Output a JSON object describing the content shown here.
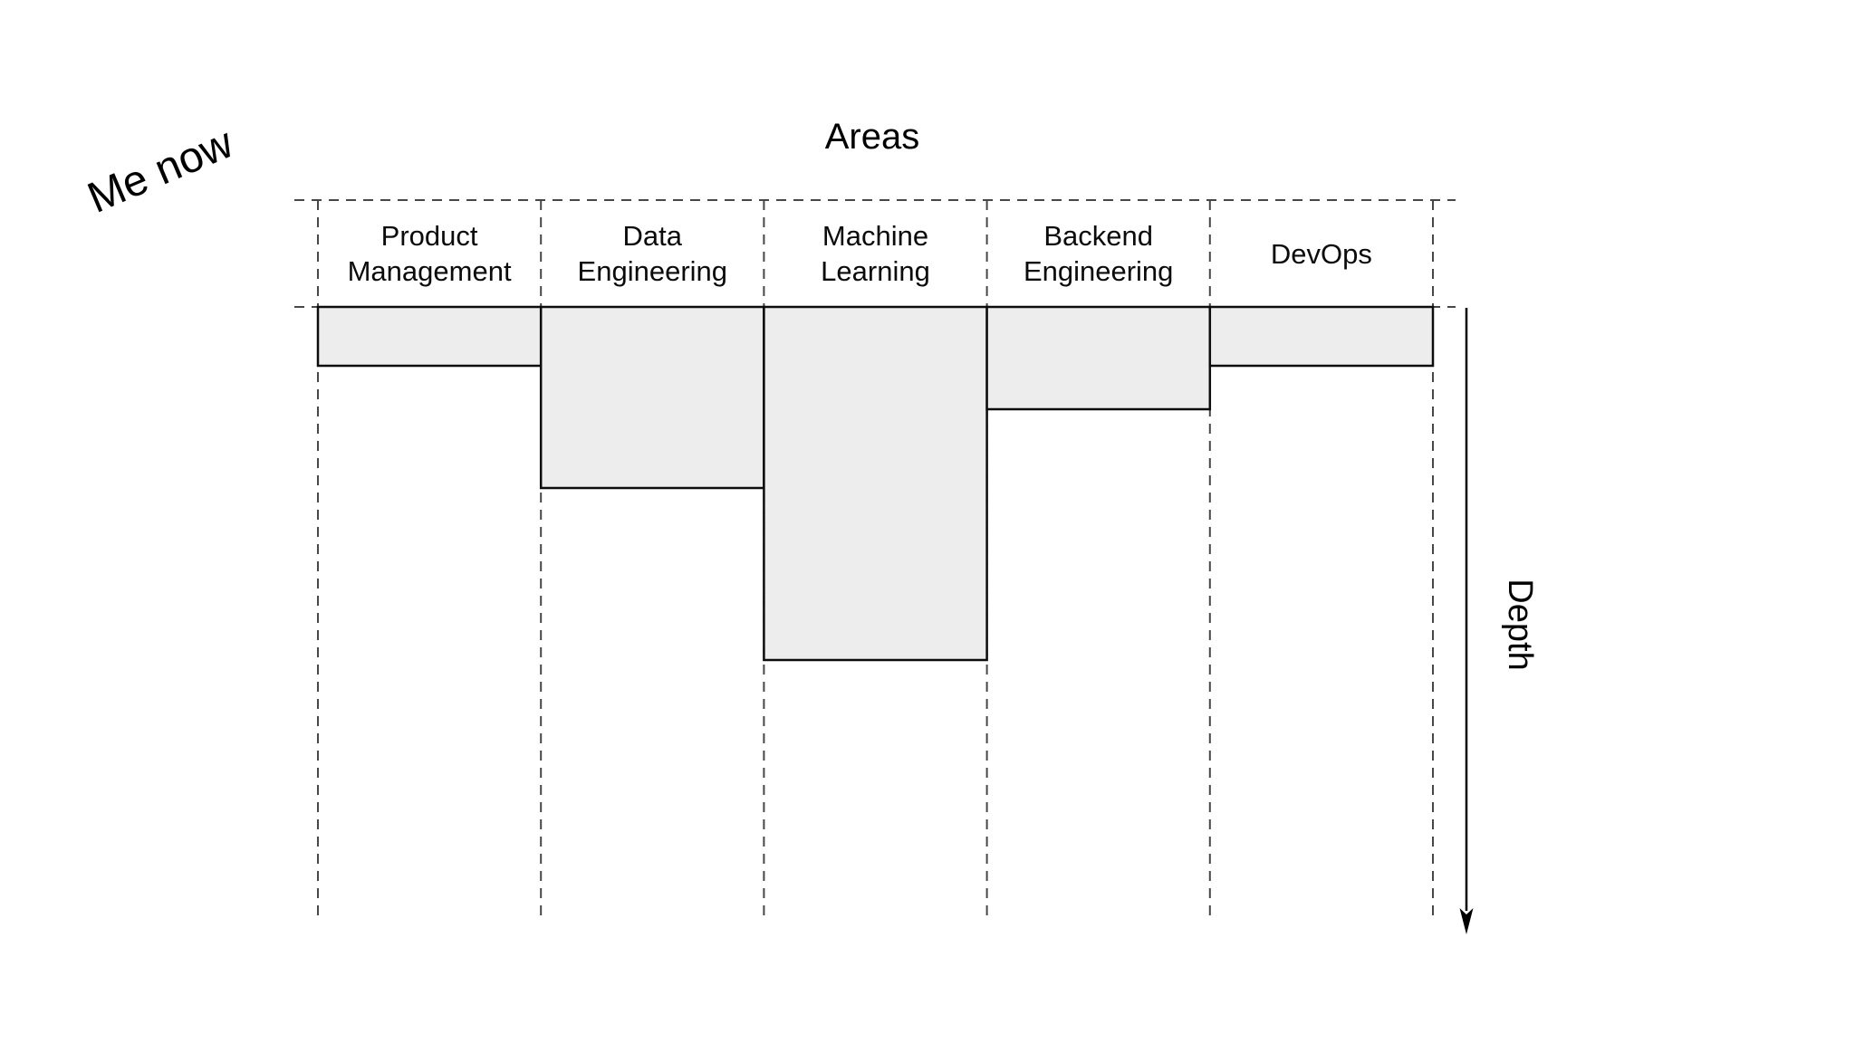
{
  "annotations": {
    "me_now": "Me now"
  },
  "diagram": {
    "areas_title": "Areas",
    "depth_axis_label": "Depth",
    "columns": [
      {
        "label": "Product Management",
        "label_lines": [
          "Product",
          "Management"
        ],
        "depth": 65
      },
      {
        "label": "Data Engineering",
        "label_lines": [
          "Data",
          "Engineering"
        ],
        "depth": 200
      },
      {
        "label": "Machine Learning",
        "label_lines": [
          "Machine",
          "Learning"
        ],
        "depth": 390
      },
      {
        "label": "Backend Engineering",
        "label_lines": [
          "Backend",
          "Engineering"
        ],
        "depth": 113
      },
      {
        "label": "DevOps",
        "label_lines": [
          "DevOps"
        ],
        "depth": 65
      }
    ],
    "colors": {
      "background": "#ffffff",
      "bar_fill": "#ededed",
      "bar_border": "#0d0d0d",
      "dashed_guide": "#474747",
      "text": "#000000",
      "arrow": "#000000"
    }
  },
  "chart_data": {
    "type": "bar",
    "title": "Areas",
    "ylabel": "Depth",
    "categories": [
      "Product Management",
      "Data Engineering",
      "Machine Learning",
      "Backend Engineering",
      "DevOps"
    ],
    "values": [
      65,
      200,
      390,
      113,
      65
    ],
    "value_note": "relative depths (screen px below baseline); no numeric scale shown",
    "orientation": "bars extend downward from a common baseline",
    "legend": "none",
    "grid": "dashed column guides only",
    "annotations": [
      "Me now"
    ]
  }
}
